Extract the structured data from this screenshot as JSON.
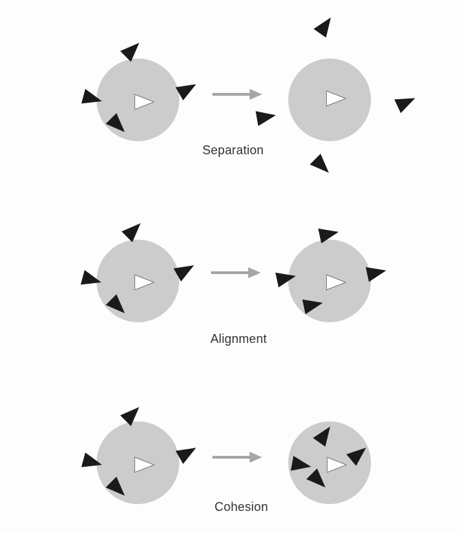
{
  "colors": {
    "background": "#fdfdfd",
    "neighborhood": "#cccccc",
    "boid_fill": "#1a1a1a",
    "focal_boid_fill": "#ffffff",
    "arrow": "#a6a6a6",
    "label": "#333333"
  },
  "panels": [
    {
      "label": "Separation"
    },
    {
      "label": "Alignment"
    },
    {
      "label": "Cohesion"
    }
  ]
}
